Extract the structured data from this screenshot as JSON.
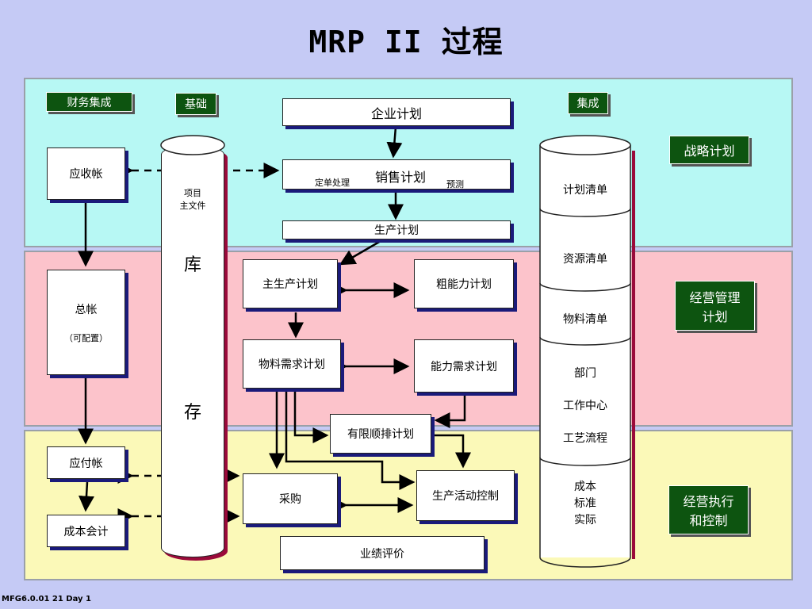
{
  "title": "MRP II 过程",
  "footer": "MFG6.0.01  21  Day 1",
  "tags": {
    "finance": "财务集成",
    "basis": "基础",
    "integration": "集成",
    "strategic": "战略计划",
    "management": "经营管理\n计划",
    "execution": "经营执行\n和控制"
  },
  "left": {
    "receivable": "应收帐",
    "ledger": "总帐",
    "ledger_note": "（可配置）",
    "payable": "应付帐",
    "cost_accounting": "成本会计"
  },
  "inventory": {
    "header_line1": "项目",
    "header_line2": "主文件",
    "char1": "库",
    "char2": "存"
  },
  "center": {
    "enterprise_plan": "企业计划",
    "sales_plan": "销售计划",
    "order_processing": "定单处理",
    "forecast": "预测",
    "production_plan": "生产计划",
    "mps": "主生产计划",
    "rccp": "粗能力计划",
    "mrp": "物料需求计划",
    "crp": "能力需求计划",
    "finite_scheduling": "有限顺排计划",
    "purchasing": "采购",
    "shop_floor_control": "生产活动控制",
    "performance": "业绩评价"
  },
  "right_cylinder": {
    "planning_bom": "计划清单",
    "resource_bill": "资源清单",
    "bom": "物料清单",
    "dept": "部门",
    "work_center": "工作中心",
    "routing": "工艺流程",
    "cost": "成本",
    "standard": "标准",
    "actual": "实际"
  }
}
